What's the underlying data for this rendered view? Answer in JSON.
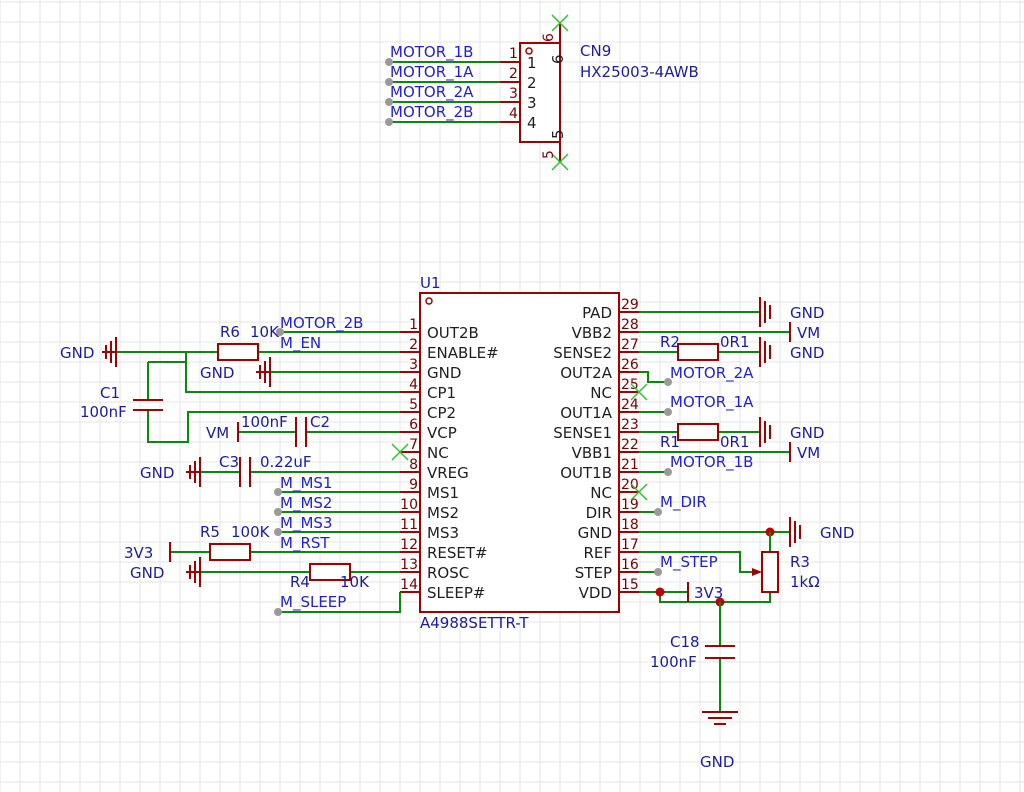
{
  "connector": {
    "ref": "CN9",
    "part": "HX25003-4AWB",
    "pins": [
      {
        "num": "1",
        "net": "MOTOR_1B"
      },
      {
        "num": "2",
        "net": "MOTOR_1A"
      },
      {
        "num": "3",
        "net": "MOTOR_2A"
      },
      {
        "num": "4",
        "net": "MOTOR_2B"
      }
    ],
    "pin5": "5",
    "pin6": "6"
  },
  "ic": {
    "ref": "U1",
    "part": "A4988SETTR-T",
    "left_pins": [
      {
        "num": "1",
        "name": "OUT2B"
      },
      {
        "num": "2",
        "name": "ENABLE#"
      },
      {
        "num": "3",
        "name": "GND"
      },
      {
        "num": "4",
        "name": "CP1"
      },
      {
        "num": "5",
        "name": "CP2"
      },
      {
        "num": "6",
        "name": "VCP"
      },
      {
        "num": "7",
        "name": "NC"
      },
      {
        "num": "8",
        "name": "VREG"
      },
      {
        "num": "9",
        "name": "MS1"
      },
      {
        "num": "10",
        "name": "MS2"
      },
      {
        "num": "11",
        "name": "MS3"
      },
      {
        "num": "12",
        "name": "RESET#"
      },
      {
        "num": "13",
        "name": "ROSC"
      },
      {
        "num": "14",
        "name": "SLEEP#"
      }
    ],
    "right_pins": [
      {
        "num": "29",
        "name": "PAD"
      },
      {
        "num": "28",
        "name": "VBB2"
      },
      {
        "num": "27",
        "name": "SENSE2"
      },
      {
        "num": "26",
        "name": "OUT2A"
      },
      {
        "num": "25",
        "name": "NC"
      },
      {
        "num": "24",
        "name": "OUT1A"
      },
      {
        "num": "23",
        "name": "SENSE1"
      },
      {
        "num": "22",
        "name": "VBB1"
      },
      {
        "num": "21",
        "name": "OUT1B"
      },
      {
        "num": "20",
        "name": "NC"
      },
      {
        "num": "19",
        "name": "DIR"
      },
      {
        "num": "18",
        "name": "GND"
      },
      {
        "num": "17",
        "name": "REF"
      },
      {
        "num": "16",
        "name": "STEP"
      },
      {
        "num": "15",
        "name": "VDD"
      }
    ]
  },
  "nets": {
    "motor_2b": "MOTOR_2B",
    "m_en": "M_EN",
    "m_ms1": "M_MS1",
    "m_ms2": "M_MS2",
    "m_ms3": "M_MS3",
    "m_rst": "M_RST",
    "m_sleep": "M_SLEEP",
    "motor_2a": "MOTOR_2A",
    "motor_1a": "MOTOR_1A",
    "motor_1b": "MOTOR_1B",
    "m_dir": "M_DIR",
    "m_step": "M_STEP"
  },
  "power": {
    "gnd": "GND",
    "vm": "VM",
    "v33": "3V3"
  },
  "components": {
    "r6": {
      "ref": "R6",
      "value": "10K"
    },
    "c1": {
      "ref": "C1",
      "value": "100nF"
    },
    "c2": {
      "ref": "C2",
      "value": "100nF"
    },
    "c3": {
      "ref": "C3",
      "value": "0.22uF"
    },
    "r5": {
      "ref": "R5",
      "value": "100K"
    },
    "r4": {
      "ref": "R4",
      "value": "10K"
    },
    "r2": {
      "ref": "R2",
      "value": "0R1"
    },
    "r1": {
      "ref": "R1",
      "value": "0R1"
    },
    "r3": {
      "ref": "R3",
      "value": "1kΩ"
    },
    "c18": {
      "ref": "C18",
      "value": "100nF"
    }
  }
}
